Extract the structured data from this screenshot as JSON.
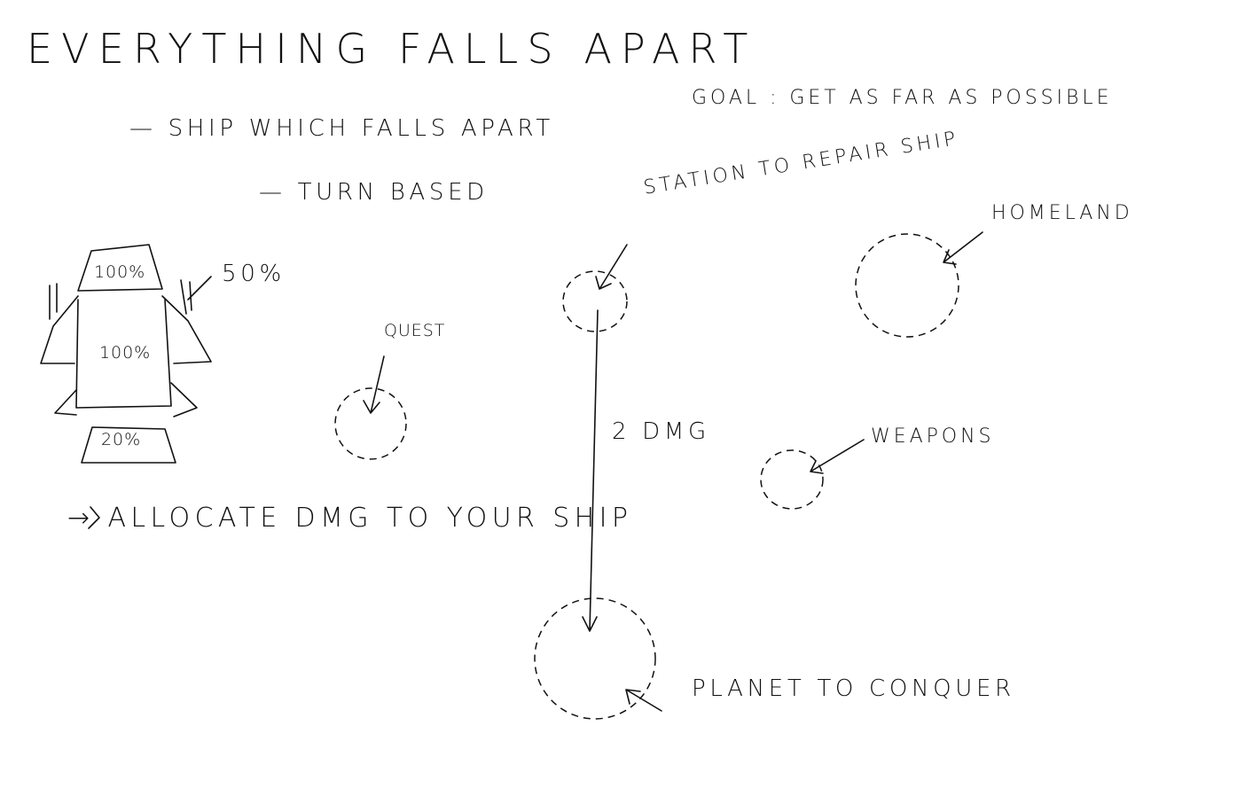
{
  "title": "EVERYTHING FALLS APART",
  "goal": "GOAL : GET AS FAR AS POSSIBLE",
  "notes": {
    "ship": "— SHIP WHICH FALLS APART",
    "turn": "— TURN BASED",
    "allocate": "→ ALLOCATE DMG TO YOUR SHIP"
  },
  "ship_parts": {
    "front": "100%",
    "side": "50%",
    "body": "100%",
    "engine": "20%"
  },
  "map": {
    "quest": "QUEST",
    "station": "STATION TO REPAIR SHIP",
    "homeland": "HOMELAND",
    "weapons": "WEAPONS",
    "travel_damage": "2 DMG",
    "planet": "PLANET TO CONQUER"
  },
  "colors": {
    "ink": "#111111",
    "paper": "#ffffff"
  }
}
